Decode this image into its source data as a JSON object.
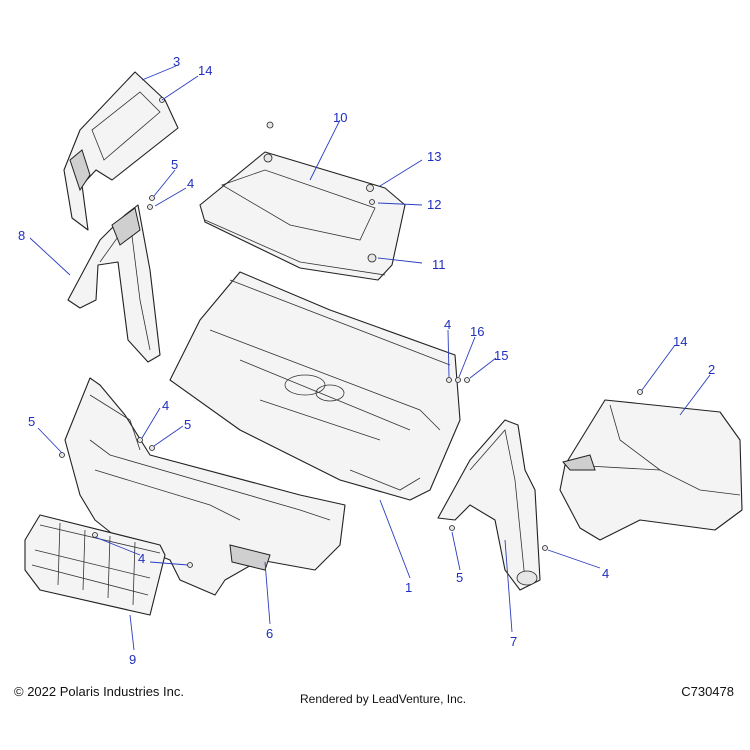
{
  "footer": {
    "copyright": "© 2022 Polaris Industries Inc.",
    "rendered_by": "Rendered by LeadVenture, Inc.",
    "drawing_id": "C730478"
  },
  "callouts": {
    "c1": "1",
    "c2": "2",
    "c3": "3",
    "c4a": "4",
    "c4b": "4",
    "c4c": "4",
    "c4d": "4",
    "c4e": "4",
    "c5a": "5",
    "c5b": "5",
    "c5c": "5",
    "c5d": "5",
    "c6": "6",
    "c7": "7",
    "c8": "8",
    "c9": "9",
    "c10": "10",
    "c11": "11",
    "c12": "12",
    "c13": "13",
    "c14a": "14",
    "c14b": "14",
    "c15": "15",
    "c16": "16"
  },
  "colors": {
    "callout": "#1f2fbf",
    "line": "#222222"
  }
}
